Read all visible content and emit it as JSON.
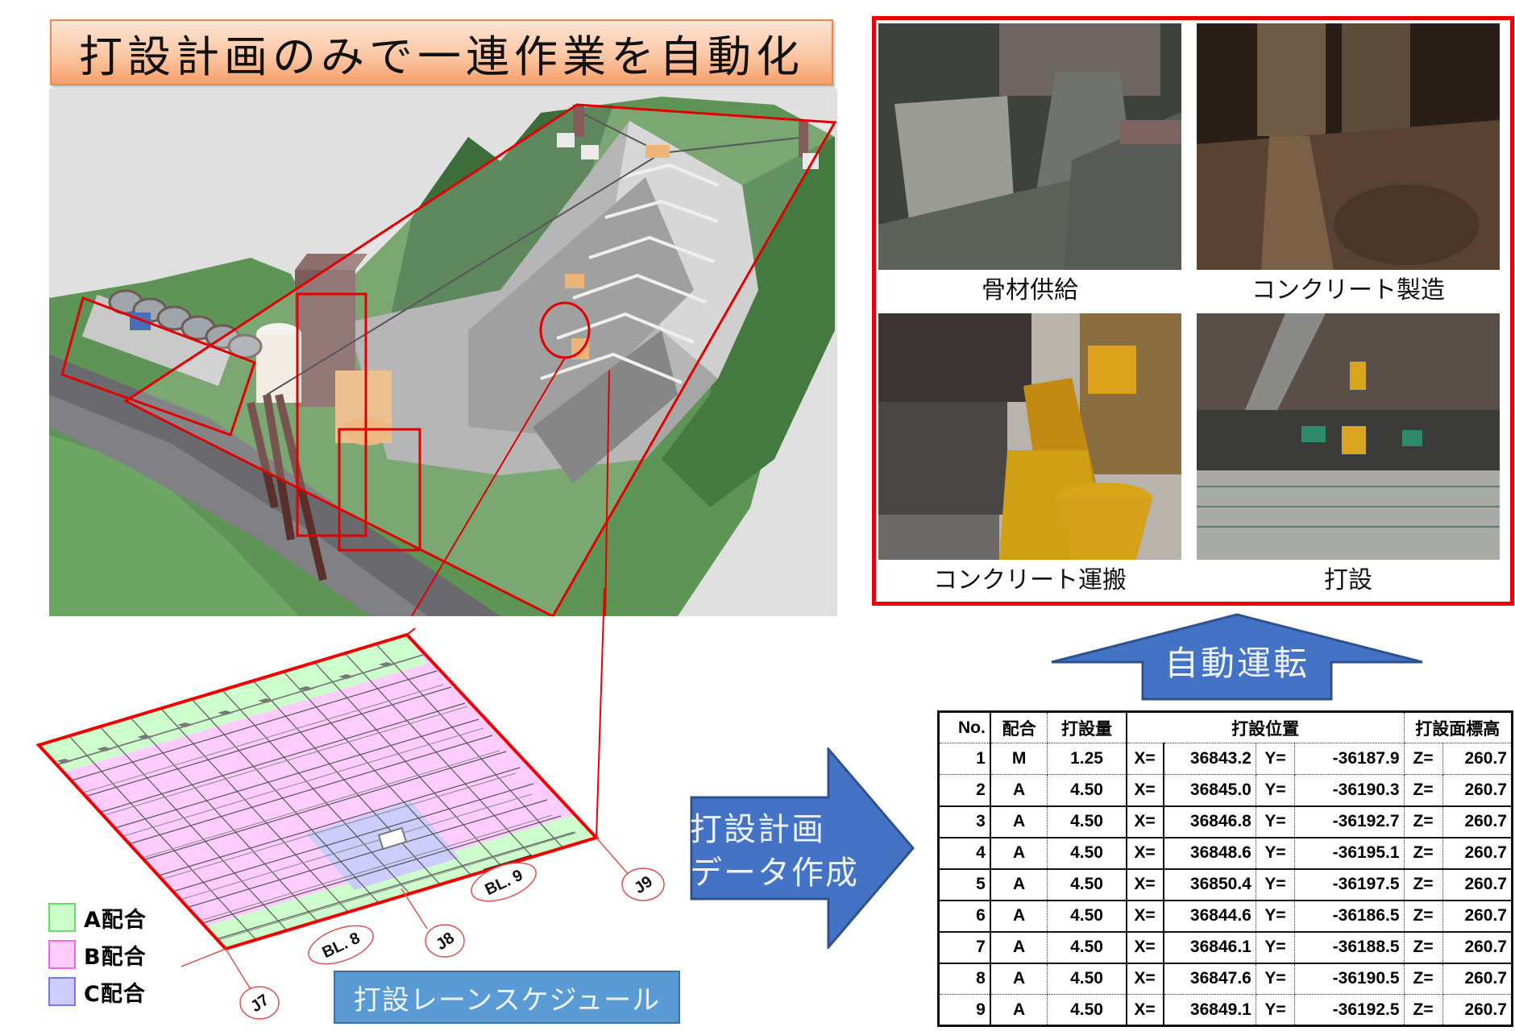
{
  "title": "打設計画のみで一連作業を自動化",
  "colors": {
    "highlight_red": "#ee0000",
    "arrow_blue": "#4472c4",
    "label_blue": "#5b9bd5",
    "banner_orange": "#f8b183",
    "mix_a": "#ccffcc",
    "mix_b": "#ffccff",
    "mix_c": "#ccccff"
  },
  "site_view": {
    "description": "3D model of dam construction site with cable crane, batcher plant and aggregate silos",
    "highlights": [
      "aggregate-silos",
      "batcher-plant",
      "transfer-car",
      "bucket",
      "placement-area"
    ]
  },
  "photos": [
    {
      "caption": "骨材供給",
      "icon": "aggregate-feed-photo"
    },
    {
      "caption": "コンクリート製造",
      "icon": "concrete-mixing-photo"
    },
    {
      "caption": "コンクリート運搬",
      "icon": "concrete-transport-photo"
    },
    {
      "caption": "打設",
      "icon": "concrete-placement-photo"
    }
  ],
  "auto_operation": {
    "label": "自動運転"
  },
  "plan_data_arrow": {
    "line1": "打設計画",
    "line2": "データ作成"
  },
  "lane_schedule": {
    "label": "打設レーンスケジュール",
    "block_labels": [
      "BL. 8",
      "BL. 9"
    ],
    "joint_labels": [
      "J7",
      "J8",
      "J9"
    ],
    "legend": [
      {
        "label": "A配合",
        "fill": "#ccffcc",
        "border": "#66dd66"
      },
      {
        "label": "B配合",
        "fill": "#ffccff",
        "border": "#ee66ee"
      },
      {
        "label": "C配合",
        "fill": "#ccccff",
        "border": "#7777ee"
      }
    ]
  },
  "table": {
    "headers": {
      "no": "No.",
      "mix": "配合",
      "volume": "打設量",
      "position": "打設位置",
      "elevation": "打設面標高"
    },
    "labels": {
      "x": "X=",
      "y": "Y=",
      "z": "Z="
    },
    "rows": [
      {
        "no": "1",
        "mix": "M",
        "volume": "1.25",
        "x": "36843.2",
        "y": "-36187.9",
        "z": "260.7"
      },
      {
        "no": "2",
        "mix": "A",
        "volume": "4.50",
        "x": "36845.0",
        "y": "-36190.3",
        "z": "260.7"
      },
      {
        "no": "3",
        "mix": "A",
        "volume": "4.50",
        "x": "36846.8",
        "y": "-36192.7",
        "z": "260.7"
      },
      {
        "no": "4",
        "mix": "A",
        "volume": "4.50",
        "x": "36848.6",
        "y": "-36195.1",
        "z": "260.7"
      },
      {
        "no": "5",
        "mix": "A",
        "volume": "4.50",
        "x": "36850.4",
        "y": "-36197.5",
        "z": "260.7"
      },
      {
        "no": "6",
        "mix": "A",
        "volume": "4.50",
        "x": "36844.6",
        "y": "-36186.5",
        "z": "260.7"
      },
      {
        "no": "7",
        "mix": "A",
        "volume": "4.50",
        "x": "36846.1",
        "y": "-36188.5",
        "z": "260.7"
      },
      {
        "no": "8",
        "mix": "A",
        "volume": "4.50",
        "x": "36847.6",
        "y": "-36190.5",
        "z": "260.7"
      },
      {
        "no": "9",
        "mix": "A",
        "volume": "4.50",
        "x": "36849.1",
        "y": "-36192.5",
        "z": "260.7"
      }
    ]
  }
}
